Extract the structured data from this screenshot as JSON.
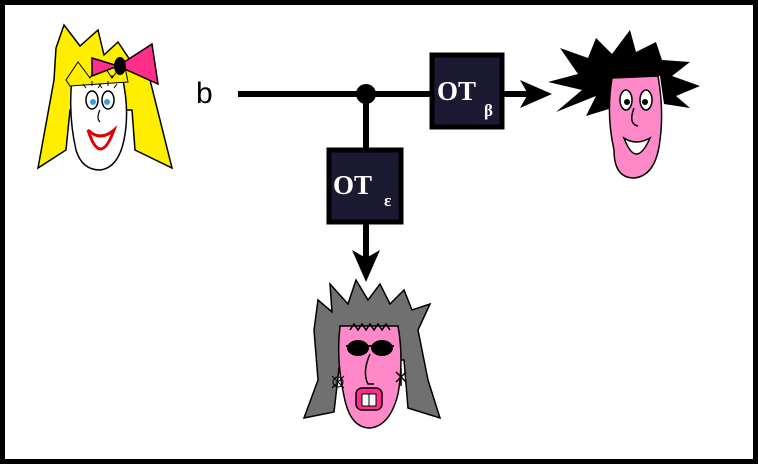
{
  "input_label": "b",
  "channel_top": {
    "main": "OT",
    "sub": "β"
  },
  "channel_bottom": {
    "main": "OT",
    "sub": "ε"
  },
  "colors": {
    "line": "#000000",
    "box_fill": "#1c1a33",
    "alice_hair": "#ffee00",
    "alice_bow": "#ff2e8a",
    "bob_face": "#ff88c8",
    "bob_hair": "#000000",
    "eve_hair": "#707070",
    "eve_face": "#ff88c8"
  },
  "icons": [
    "alice-face-icon",
    "bob-face-icon",
    "eve-face-icon"
  ]
}
